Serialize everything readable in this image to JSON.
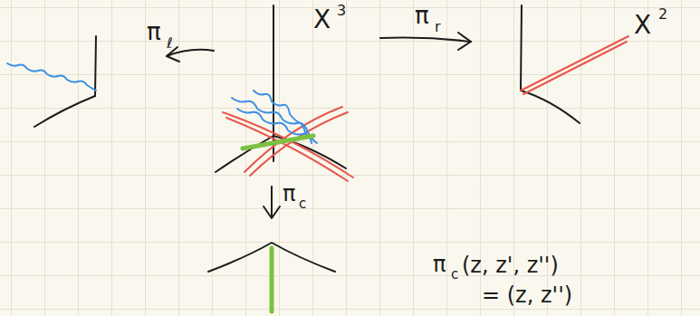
{
  "diagram": {
    "labels": [
      "π",
      "ℓ",
      "X",
      "3",
      "π",
      "r",
      "X",
      "2",
      "π",
      "c",
      "π",
      "c",
      "(z, z', z'')",
      "= (z, z'')"
    ]
  }
}
